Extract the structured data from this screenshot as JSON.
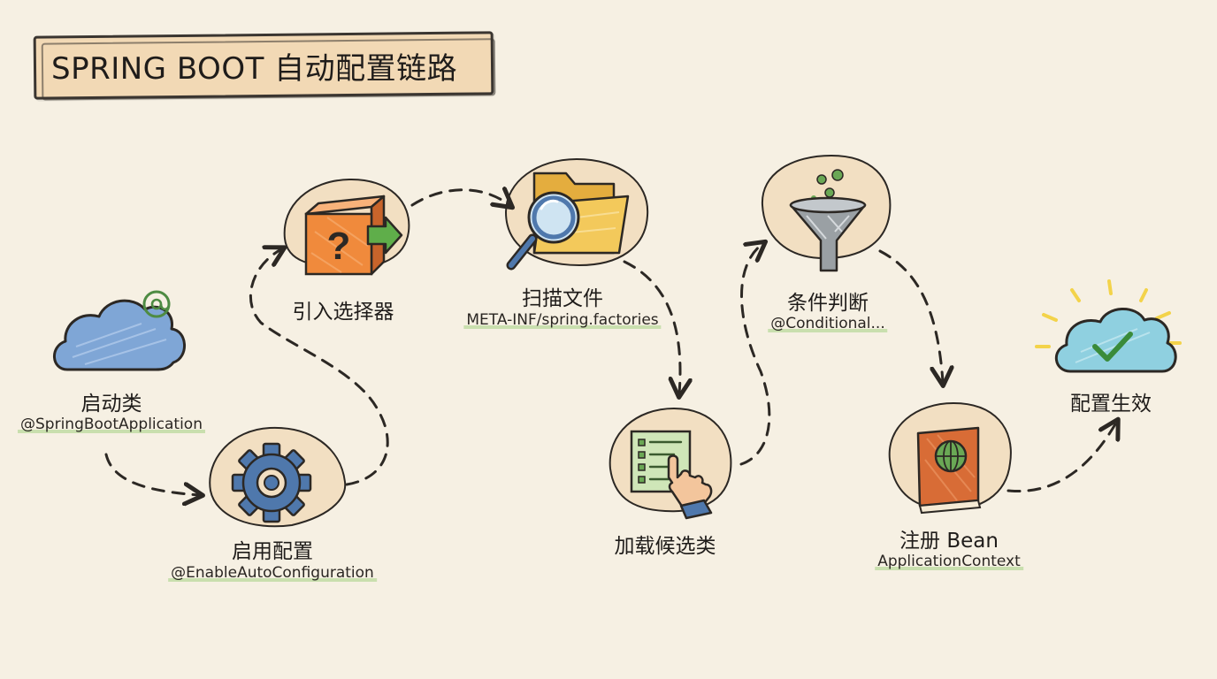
{
  "title": "SPRING BOOT 自动配置链路",
  "steps": [
    {
      "id": "startup",
      "label": "启动类",
      "sub": "@SpringBootApplication",
      "icon": "cloud-at-icon"
    },
    {
      "id": "enable",
      "label": "启用配置",
      "sub": "@EnableAutoConfiguration",
      "icon": "gear-icon"
    },
    {
      "id": "selector",
      "label": "引入选择器",
      "sub": "",
      "icon": "question-box-arrow-icon"
    },
    {
      "id": "scan",
      "label": "扫描文件",
      "sub": "META-INF/spring.factories",
      "icon": "folder-magnifier-icon"
    },
    {
      "id": "load",
      "label": "加载候选类",
      "sub": "",
      "icon": "checklist-hand-icon"
    },
    {
      "id": "condition",
      "label": "条件判断",
      "sub": "@Conditional...",
      "icon": "funnel-icon"
    },
    {
      "id": "register",
      "label": "注册 Bean",
      "sub": "ApplicationContext",
      "icon": "book-globe-icon"
    },
    {
      "id": "effective",
      "label": "配置生效",
      "sub": "",
      "icon": "cloud-check-icon"
    }
  ],
  "colors": {
    "background": "#f6f0e3",
    "title_bg": "#f2d9b5",
    "blob": "#f2dfc2",
    "ink": "#2c2824",
    "highlight": "#c9dfae",
    "cloud_blue": "#7fa6d6",
    "gear_blue": "#4f78ac",
    "box_orange": "#f08a3c",
    "arrow_green": "#5fae4a",
    "folder_yellow": "#f3c95b",
    "checklist_green": "#cfe6b8",
    "funnel_grey": "#9aa0a4",
    "book_orange": "#d86c36",
    "cloud_teal": "#8fd0e0",
    "sun_yellow": "#f3d34a"
  }
}
